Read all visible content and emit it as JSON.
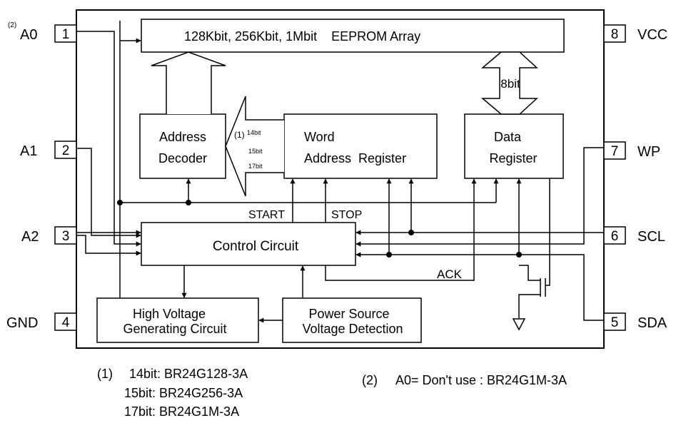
{
  "pins": {
    "a0": {
      "label": "A0",
      "note_marker": "(2)",
      "number": "1"
    },
    "a1": {
      "label": "A1",
      "number": "2"
    },
    "a2": {
      "label": "A2",
      "number": "3"
    },
    "gnd": {
      "label": "GND",
      "number": "4"
    },
    "sda": {
      "label": "SDA",
      "number": "5"
    },
    "scl": {
      "label": "SCL",
      "number": "6"
    },
    "wp": {
      "label": "WP",
      "number": "7"
    },
    "vcc": {
      "label": "VCC",
      "number": "8"
    }
  },
  "blocks": {
    "eeprom": "128Kbit, 256Kbit, 1Mbit    EEPROM Array",
    "address_decoder": [
      "Address",
      "Decoder"
    ],
    "word_address_register": [
      "Word",
      "Address  Register"
    ],
    "data_register": [
      "Data",
      "Register"
    ],
    "control_circuit": "Control Circuit",
    "high_voltage": [
      "High Voltage",
      "Generating Circuit"
    ],
    "power_source": [
      "Power Source",
      "Voltage Detection"
    ]
  },
  "labels": {
    "bus_width": "8bit",
    "start": "START",
    "stop": "STOP",
    "ack": "ACK",
    "addr_marker": "(1)",
    "addr_14": "14bit",
    "addr_15": "15bit",
    "addr_17": "17bit"
  },
  "footnotes": {
    "note1_marker": "(1)",
    "note1_line1": "14bit: BR24G128-3A",
    "note1_line2": "15bit: BR24G256-3A",
    "note1_line3": "17bit: BR24G1M-3A",
    "note2_marker": "(2)",
    "note2_text": "A0= Don't use : BR24G1M-3A"
  }
}
